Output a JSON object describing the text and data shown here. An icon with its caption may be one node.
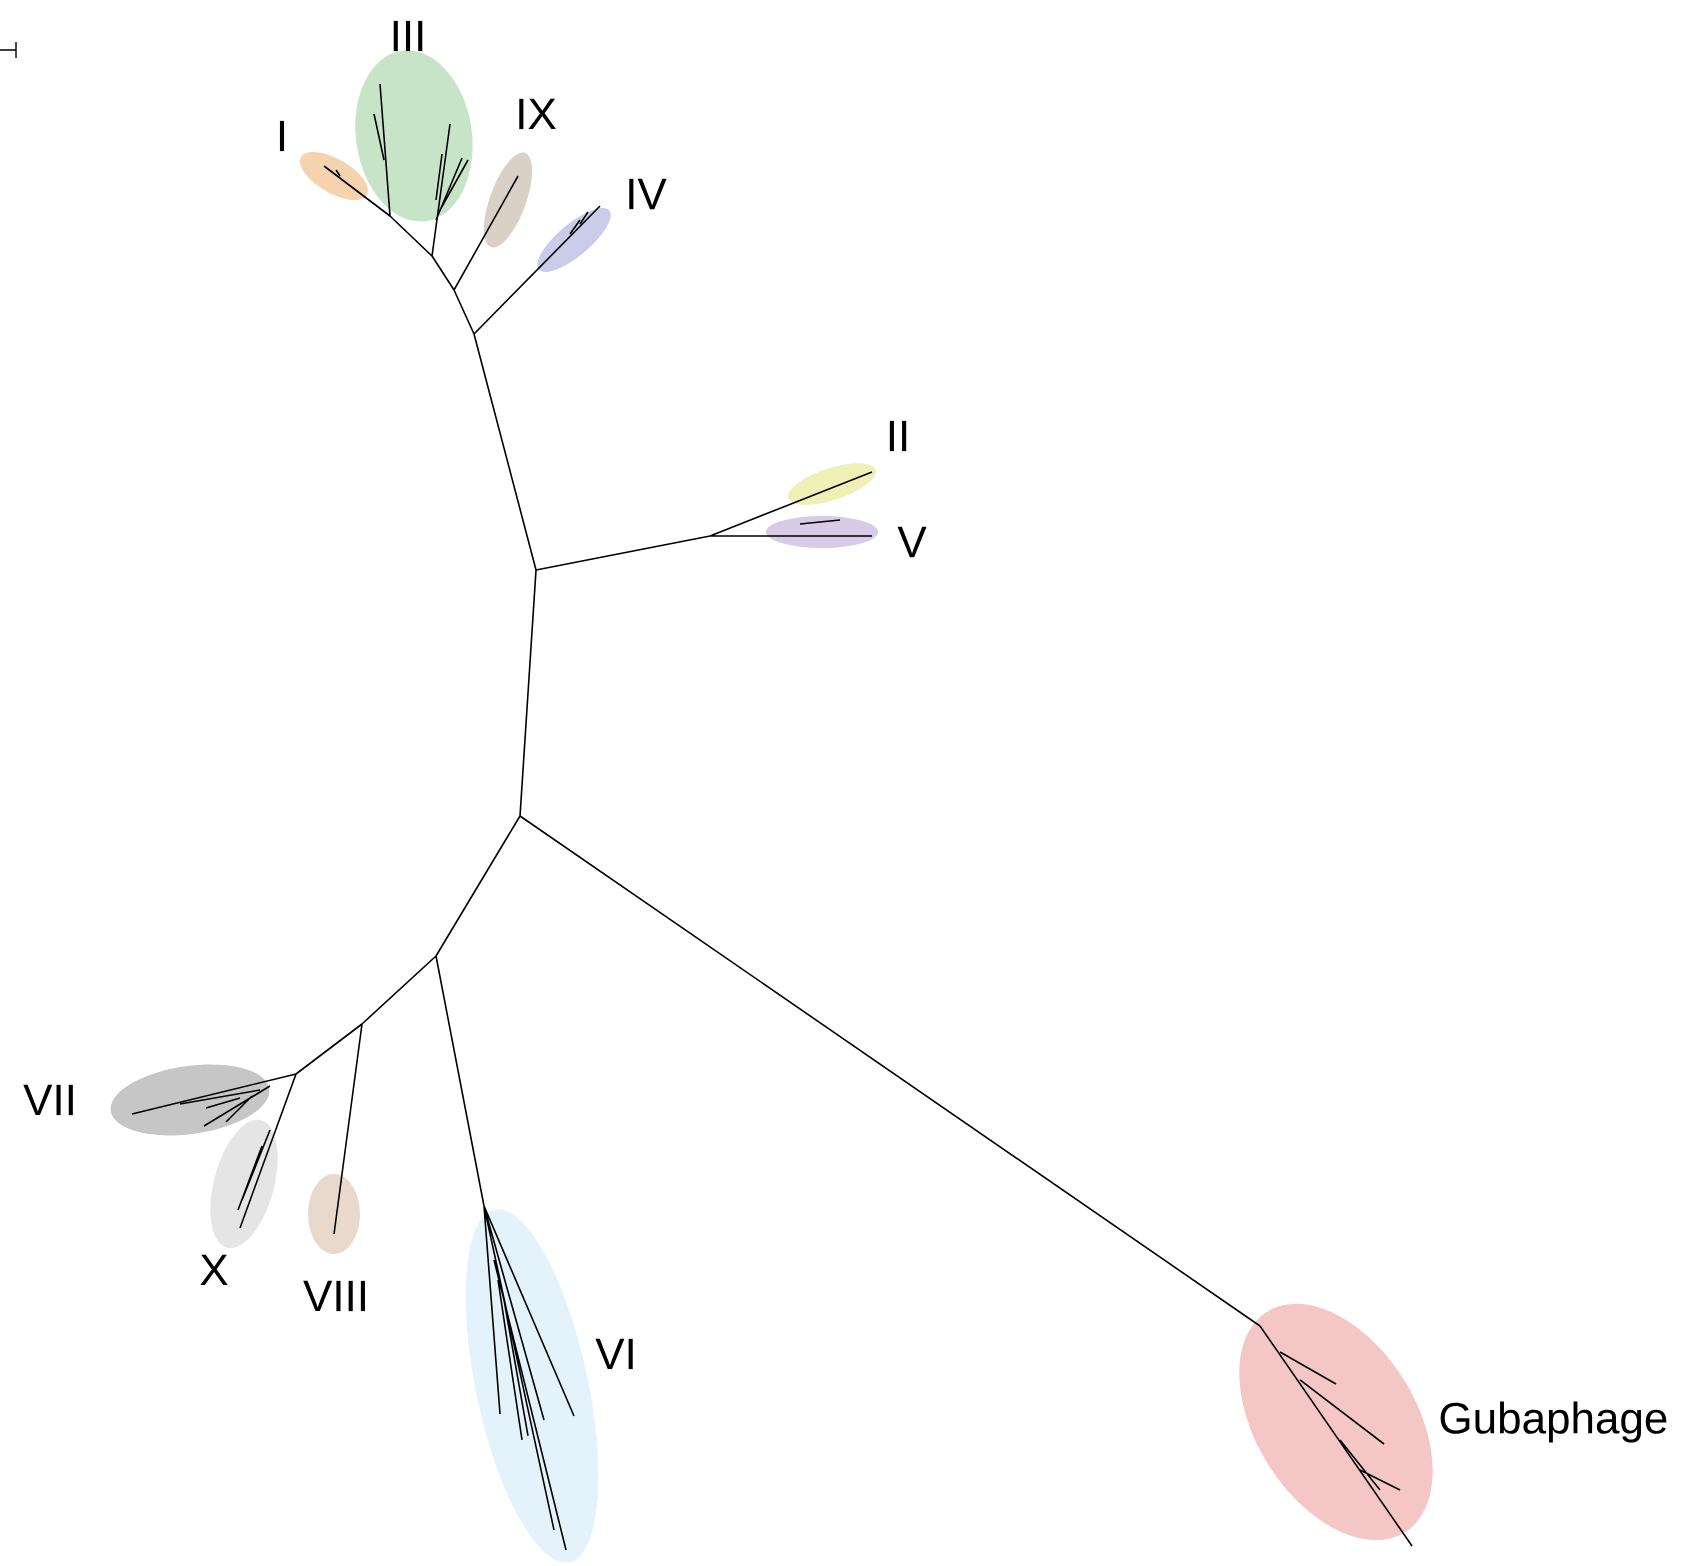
{
  "diagram": {
    "nodes": [
      {
        "text": [
          "I"
        ]
      },
      {
        "text": [
          "III"
        ]
      },
      {
        "text": [
          "IX"
        ]
      },
      {
        "text": [
          "IV"
        ]
      },
      {
        "text": [
          "II"
        ]
      },
      {
        "text": [
          "V"
        ]
      },
      {
        "text": [
          "VII"
        ]
      },
      {
        "text": [
          "X"
        ]
      },
      {
        "text": [
          "VIII"
        ]
      },
      {
        "text": [
          "VI"
        ]
      },
      {
        "text": [
          "Gubaphage"
        ]
      }
    ]
  }
}
